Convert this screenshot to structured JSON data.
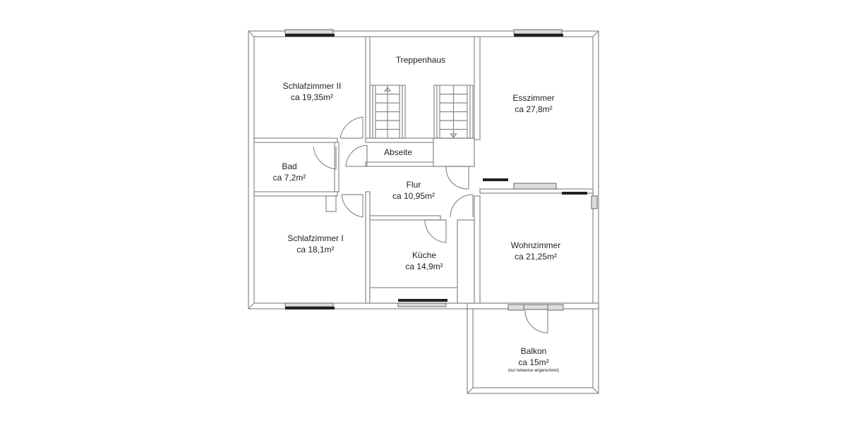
{
  "rooms": {
    "schlafzimmer2": {
      "name": "Schlafzimmer II",
      "area": "ca 19,35m²"
    },
    "treppenhaus": {
      "name": "Treppenhaus"
    },
    "esszimmer": {
      "name": "Esszimmer",
      "area": "ca 27,8m²"
    },
    "bad": {
      "name": "Bad",
      "area": "ca 7,2m²"
    },
    "abseite": {
      "name": "Abseite"
    },
    "flur": {
      "name": "Flur",
      "area": "ca 10,95m²"
    },
    "schlafzimmer1": {
      "name": "Schlafzimmer I",
      "area": "ca 18,1m²"
    },
    "kueche": {
      "name": "Küche",
      "area": "ca 14,9m²"
    },
    "wohnzimmer": {
      "name": "Wohnzimmer",
      "area": "ca 21,25m²"
    },
    "balkon": {
      "name": "Balkon",
      "area": "ca 15m²",
      "note": "(nur teilweise angerechnet)"
    }
  },
  "colors": {
    "wall": "#888888",
    "window": "#222222"
  }
}
